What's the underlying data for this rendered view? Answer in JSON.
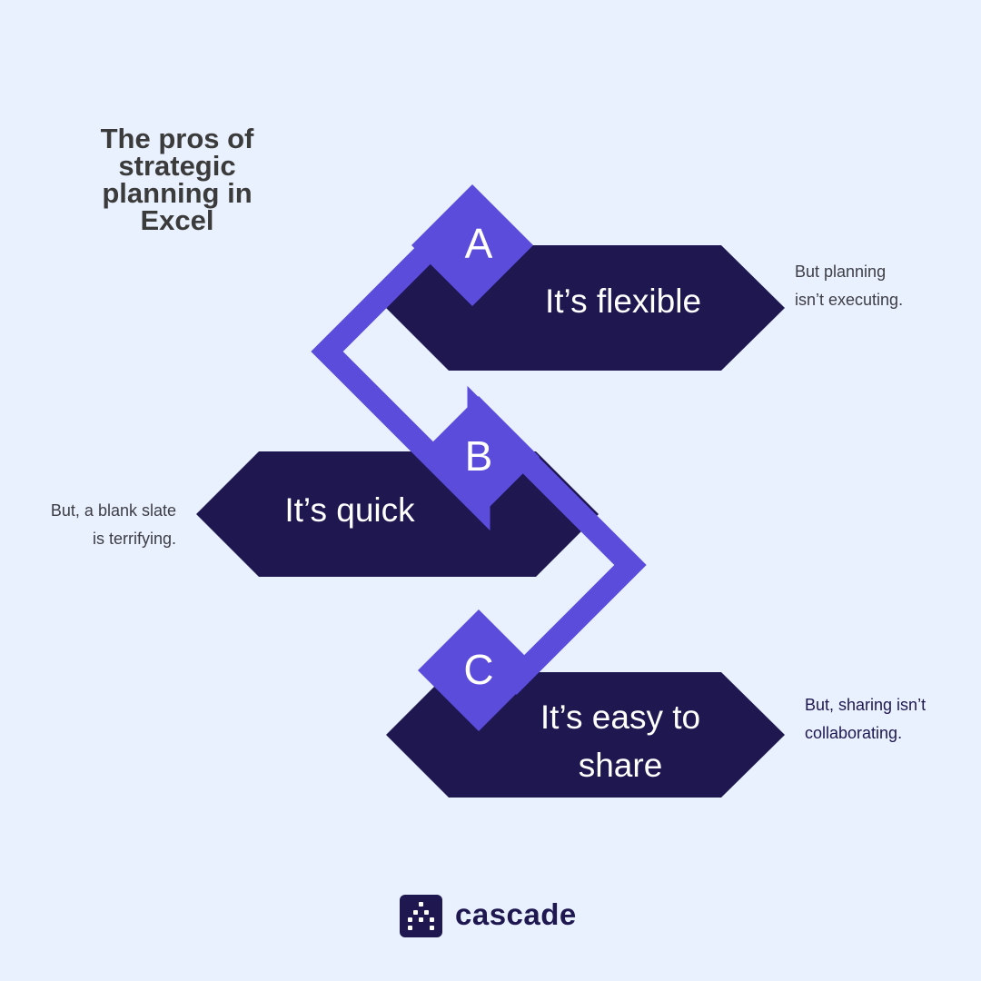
{
  "title": [
    "The pros of",
    "strategic",
    "planning in",
    "Excel"
  ],
  "steps": [
    {
      "letter": "A",
      "label_lines": [
        "It’s flexible"
      ],
      "note_lines": [
        "But planning",
        "isn’t executing."
      ]
    },
    {
      "letter": "B",
      "label_lines": [
        "It’s quick"
      ],
      "note_lines": [
        "But, a blank slate",
        "is terrifying."
      ]
    },
    {
      "letter": "C",
      "label_lines": [
        "It’s easy to",
        "share"
      ],
      "note_lines": [
        "But, sharing isn’t",
        "collaborating."
      ]
    }
  ],
  "brand": {
    "name": "cascade",
    "icon": "cascade-logo-icon"
  },
  "colors": {
    "background": "#e9f1fe",
    "banner": "#1e1750",
    "accent": "#5b4cdb",
    "title": "#3b3b3b"
  }
}
